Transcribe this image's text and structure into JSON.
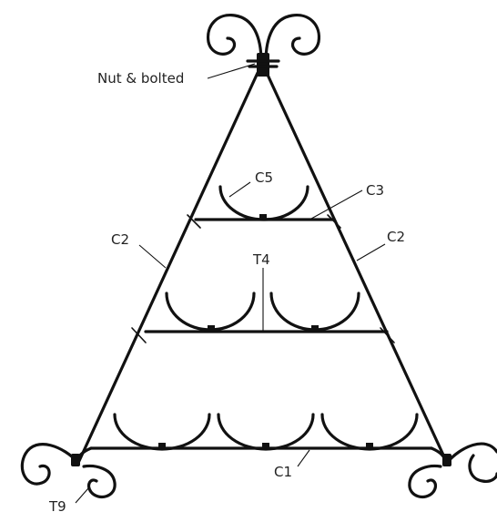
{
  "labels": {
    "nut_bolted": "Nut & bolted",
    "c5": "C5",
    "c3": "C3",
    "c2_left": "C2",
    "c2_right": "C2",
    "t4": "T4",
    "c1": "C1",
    "t9": "T9"
  },
  "colors": {
    "line": "#111111",
    "text": "#222222",
    "background": "#ffffff"
  }
}
